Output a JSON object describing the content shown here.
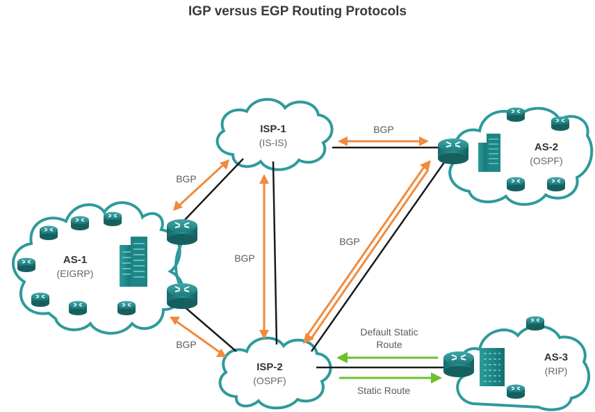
{
  "title": "IGP versus EGP Routing Protocols",
  "colors": {
    "cloud_stroke": "#2e9a9a",
    "cloud_fill": "#ffffff",
    "router": "#1f7d7f",
    "bgp_arrow": "#f08a3c",
    "static_arrow": "#6cc02d",
    "link": "#1a1a1a"
  },
  "clouds": {
    "isp1": {
      "name": "ISP-1",
      "protocol": "(IS-IS)"
    },
    "isp2": {
      "name": "ISP-2",
      "protocol": "(OSPF)"
    },
    "as1": {
      "name": "AS-1",
      "protocol": "(EIGRP)"
    },
    "as2": {
      "name": "AS-2",
      "protocol": "(OSPF)"
    },
    "as3": {
      "name": "AS-3",
      "protocol": "(RIP)"
    }
  },
  "links": {
    "isp1_as2": "BGP",
    "as1_isp1": "BGP",
    "isp1_isp2": "BGP",
    "isp2_as2": "BGP",
    "as1_isp2": "BGP",
    "as3_to_isp2_line1": "Default Static",
    "as3_to_isp2_line2": "Route",
    "isp2_to_as3": "Static Route"
  }
}
